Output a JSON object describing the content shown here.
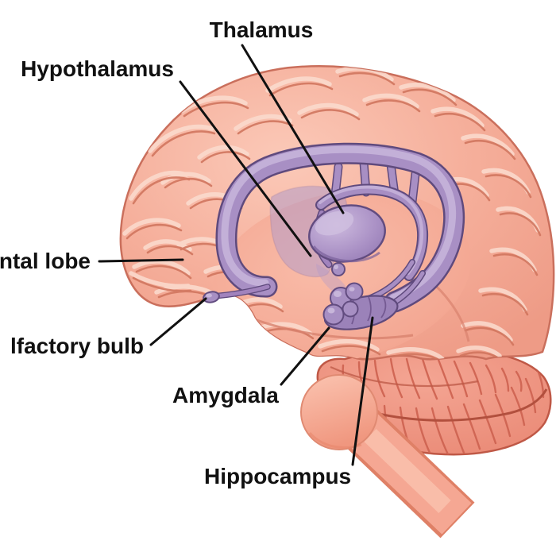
{
  "figure": {
    "kind": "anatomical-diagram",
    "subject": "brain limbic system, lateral cutaway view",
    "background_color": "#ffffff",
    "text_color": "#111111",
    "leader_line_color": "#111111",
    "palette": {
      "cortex_pink": "#f5ad99",
      "cortex_crease": "#d1765f",
      "cortex_highlight": "#fbdccf",
      "cerebellum": "#ef9181",
      "cerebellum_crease": "#cf6553",
      "brainstem": "#f5a793",
      "limbic_purple": "#a88fc4",
      "limbic_purple_dark": "#5f4a7d",
      "limbic_purple_light": "#ccbbdf",
      "limbic_translucent": "#b49cc9"
    },
    "labels": [
      {
        "text": "Thalamus",
        "target": "thalamus",
        "clipped_at_edge": false
      },
      {
        "text": "Hypothalamus",
        "target": "hypothalamus",
        "clipped_at_edge": false
      },
      {
        "text": "ntal lobe",
        "target": "frontal lobe",
        "clipped_at_edge": true
      },
      {
        "text": "lfactory bulb",
        "target": "olfactory bulb",
        "clipped_at_edge": true
      },
      {
        "text": "Amygdala",
        "target": "amygdala",
        "clipped_at_edge": false
      },
      {
        "text": "Hippocampus",
        "target": "hippocampus",
        "clipped_at_edge": false
      }
    ]
  }
}
